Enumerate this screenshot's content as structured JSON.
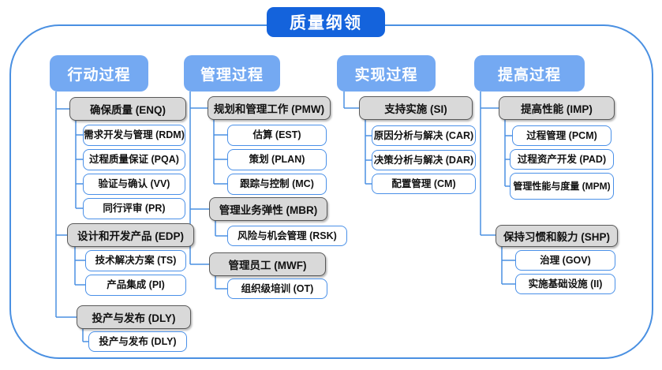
{
  "title": "质量纲领",
  "colors": {
    "title_bg": "#1463dc",
    "header_bg": "#74a9f2",
    "gray_node_fill": "#d9d9d9",
    "gray_node_border": "#595959",
    "leaf_node_border": "#4a90e8",
    "connector_line": "#4a90e2",
    "outer_border": "#4a90e2"
  },
  "columns": [
    {
      "header": "行动过程",
      "groups": [
        {
          "label": "确保质量 (ENQ)",
          "children": [
            "需求开发与管理 (RDM)",
            "过程质量保证 (PQA)",
            "验证与确认 (VV)",
            "同行评审 (PR)"
          ]
        },
        {
          "label": "设计和开发产品 (EDP)",
          "children": [
            "技术解决方案 (TS)",
            "产品集成 (PI)"
          ]
        },
        {
          "label": "投产与发布 (DLY)",
          "children": [
            "投产与发布 (DLY)"
          ]
        }
      ]
    },
    {
      "header": "管理过程",
      "groups": [
        {
          "label": "规划和管理工作 (PMW)",
          "children": [
            "估算 (EST)",
            "策划 (PLAN)",
            "跟踪与控制 (MC)"
          ]
        },
        {
          "label": "管理业务弹性 (MBR)",
          "children": [
            "风险与机会管理 (RSK)"
          ]
        },
        {
          "label": "管理员工 (MWF)",
          "children": [
            "组织级培训 (OT)"
          ]
        }
      ]
    },
    {
      "header": "实现过程",
      "groups": [
        {
          "label": "支持实施 (SI)",
          "children": [
            "原因分析与解决 (CAR)",
            "决策分析与解决 (DAR)",
            "配置管理 (CM)"
          ]
        }
      ]
    },
    {
      "header": "提高过程",
      "groups": [
        {
          "label": "提高性能 (IMP)",
          "children": [
            "过程管理 (PCM)",
            "过程资产开发 (PAD)",
            "管理性能与度量 (MPM)"
          ]
        },
        {
          "label": "保持习惯和毅力 (SHP)",
          "children": [
            "治理 (GOV)",
            "实施基础设施 (II)"
          ]
        }
      ]
    }
  ]
}
